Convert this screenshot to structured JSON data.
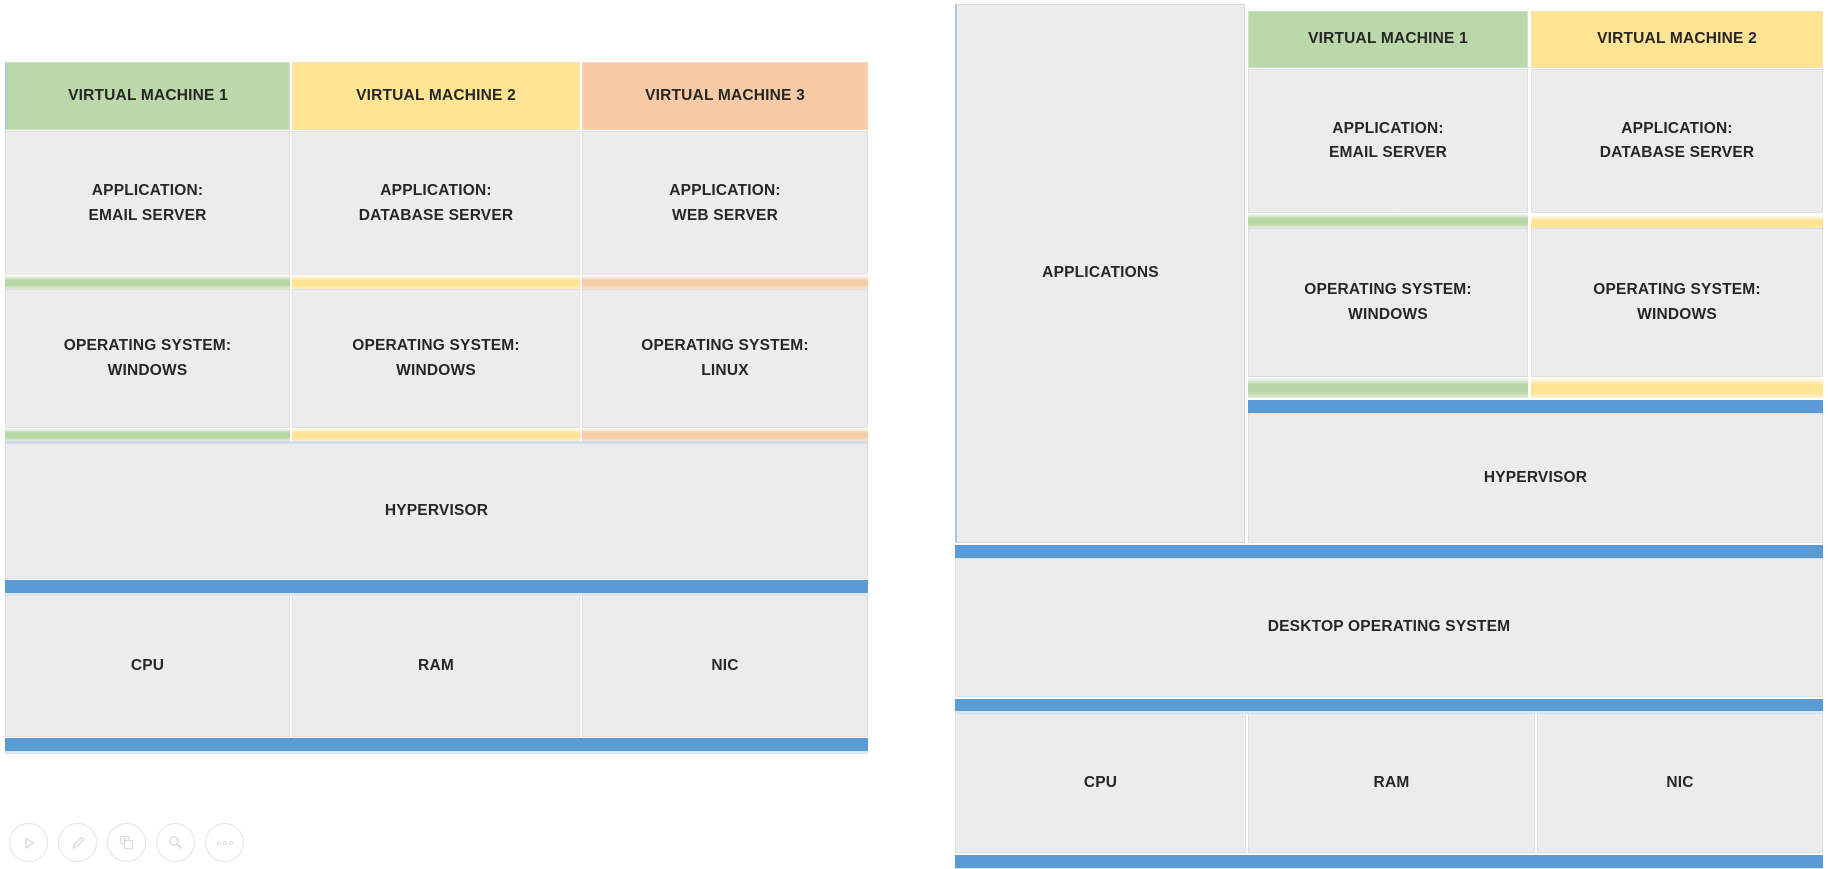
{
  "colors": {
    "vm_green": "#bad8a9",
    "vm_yellow": "#ffe494",
    "vm_orange": "#f8cba6",
    "bar_blue": "#5b9bd5",
    "block_gray": "#ececec",
    "text": "#262626"
  },
  "left_diagram": {
    "vms": [
      {
        "name": "VIRTUAL MACHINE 1",
        "application": [
          "APPLICATION:",
          "EMAIL SERVER"
        ],
        "os": [
          "OPERATING SYSTEM:",
          "WINDOWS"
        ]
      },
      {
        "name": "VIRTUAL MACHINE 2",
        "application": [
          "APPLICATION:",
          "DATABASE SERVER"
        ],
        "os": [
          "OPERATING SYSTEM:",
          "WINDOWS"
        ]
      },
      {
        "name": "VIRTUAL MACHINE 3",
        "application": [
          "APPLICATION:",
          "WEB SERVER"
        ],
        "os": [
          "OPERATING SYSTEM:",
          "LINUX"
        ]
      }
    ],
    "hypervisor": "HYPERVISOR",
    "hardware": [
      "CPU",
      "RAM",
      "NIC"
    ]
  },
  "right_diagram": {
    "applications": "APPLICATIONS",
    "vms": [
      {
        "name": "VIRTUAL MACHINE 1",
        "application": [
          "APPLICATION:",
          "EMAIL SERVER"
        ],
        "os": [
          "OPERATING SYSTEM:",
          "WINDOWS"
        ]
      },
      {
        "name": "VIRTUAL MACHINE 2",
        "application": [
          "APPLICATION:",
          "DATABASE SERVER"
        ],
        "os": [
          "OPERATING SYSTEM:",
          "WINDOWS"
        ]
      }
    ],
    "hypervisor": "HYPERVISOR",
    "desktop_os": "DESKTOP OPERATING SYSTEM",
    "hardware": [
      "CPU",
      "RAM",
      "NIC"
    ]
  },
  "toolbar": {
    "icons": [
      "play",
      "pen",
      "slides",
      "zoom",
      "more"
    ]
  }
}
